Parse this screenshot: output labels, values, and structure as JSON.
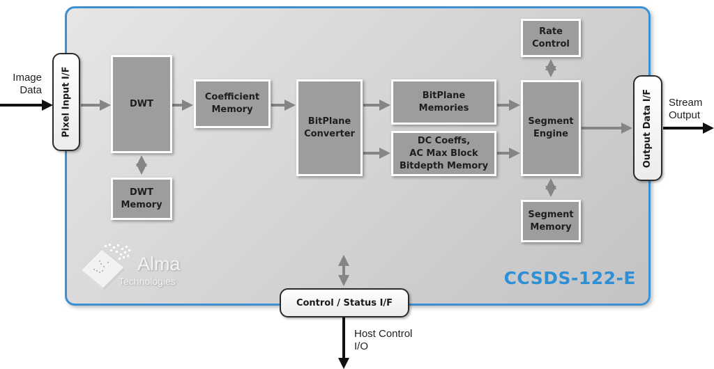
{
  "diagram": {
    "title": "CCSDS-122-E",
    "accent_color": "#3b8fd3",
    "block_color": "#9d9d9f",
    "inputs": {
      "image_data": "Image\nData",
      "stream_output": "Stream\nOutput",
      "host_control": "Host Control\nI/O"
    },
    "interfaces": {
      "pixel_input": "Pixel Input I/F",
      "output_data": "Output Data I/F",
      "control_status": "Control / Status I/F"
    },
    "blocks": {
      "dwt": "DWT",
      "dwt_memory": "DWT\nMemory",
      "coefficient_memory": "Coefficient\nMemory",
      "bitplane_converter": "BitPlane\nConverter",
      "bitplane_memories": "BitPlane\nMemories",
      "dc_coeffs": "DC Coeffs,\nAC Max Block\nBitdepth Memory",
      "rate_control": "Rate\nControl",
      "segment_engine": "Segment\nEngine",
      "segment_memory": "Segment\nMemory"
    },
    "logo": {
      "name": "Alma",
      "subtitle": "Technologies"
    },
    "connections": [
      {
        "from": "image_data",
        "to": "pixel_input",
        "type": "external"
      },
      {
        "from": "pixel_input",
        "to": "dwt",
        "type": "internal"
      },
      {
        "from": "dwt",
        "to": "dwt_memory",
        "type": "bidirectional"
      },
      {
        "from": "dwt",
        "to": "coefficient_memory",
        "type": "internal"
      },
      {
        "from": "coefficient_memory",
        "to": "bitplane_converter",
        "type": "internal"
      },
      {
        "from": "bitplane_converter",
        "to": "bitplane_memories",
        "type": "internal"
      },
      {
        "from": "bitplane_converter",
        "to": "dc_coeffs",
        "type": "internal"
      },
      {
        "from": "bitplane_memories",
        "to": "segment_engine",
        "type": "internal"
      },
      {
        "from": "dc_coeffs",
        "to": "segment_engine",
        "type": "internal"
      },
      {
        "from": "segment_engine",
        "to": "rate_control",
        "type": "bidirectional"
      },
      {
        "from": "segment_engine",
        "to": "segment_memory",
        "type": "bidirectional"
      },
      {
        "from": "segment_engine",
        "to": "output_data",
        "type": "internal"
      },
      {
        "from": "output_data",
        "to": "stream_output",
        "type": "external"
      },
      {
        "from": "control_status",
        "to": "core",
        "type": "bidirectional"
      },
      {
        "from": "control_status",
        "to": "host_control",
        "type": "external"
      }
    ]
  }
}
